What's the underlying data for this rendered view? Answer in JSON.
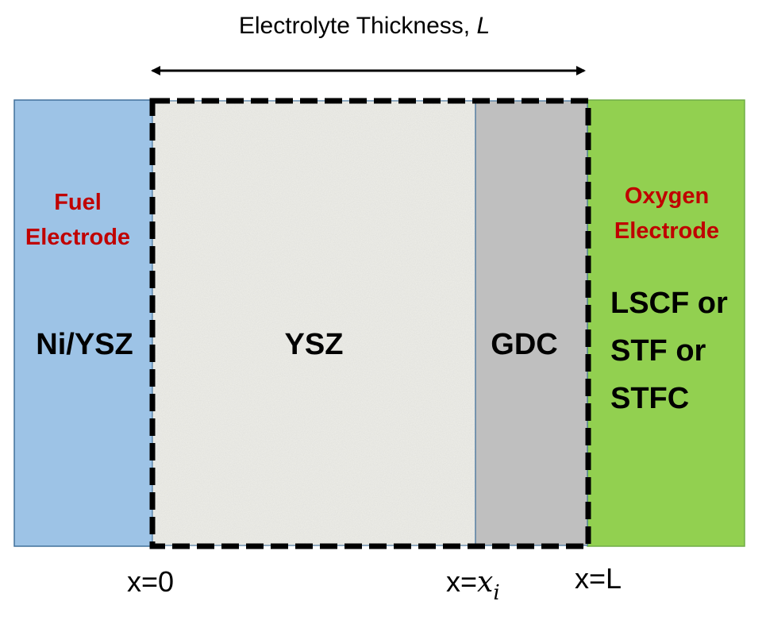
{
  "title": {
    "text": "Electrolyte Thickness, ",
    "variable": "L"
  },
  "layers": {
    "fuel_electrode": {
      "label_line1": "Fuel",
      "label_line2": "Electrode",
      "material": "Ni/YSZ",
      "color": "#9dc3e6"
    },
    "ysz": {
      "material": "YSZ",
      "color": "#efefea"
    },
    "gdc": {
      "material": "GDC",
      "color": "#bfbfbf"
    },
    "oxygen_electrode": {
      "label_line1": "Oxygen",
      "label_line2": "Electrode",
      "material_line1": "LSCF or",
      "material_line2": "STF or",
      "material_line3": "STFC",
      "color": "#92d050"
    }
  },
  "positions": {
    "x0": "x=0",
    "xi_prefix": "x=",
    "xi_var": "x",
    "xi_sub": "i",
    "xL": "x=L"
  },
  "colors": {
    "label_red": "#c00000",
    "border_blue": "#41719c",
    "border_green": "#70ad47",
    "dash": "#000000"
  }
}
